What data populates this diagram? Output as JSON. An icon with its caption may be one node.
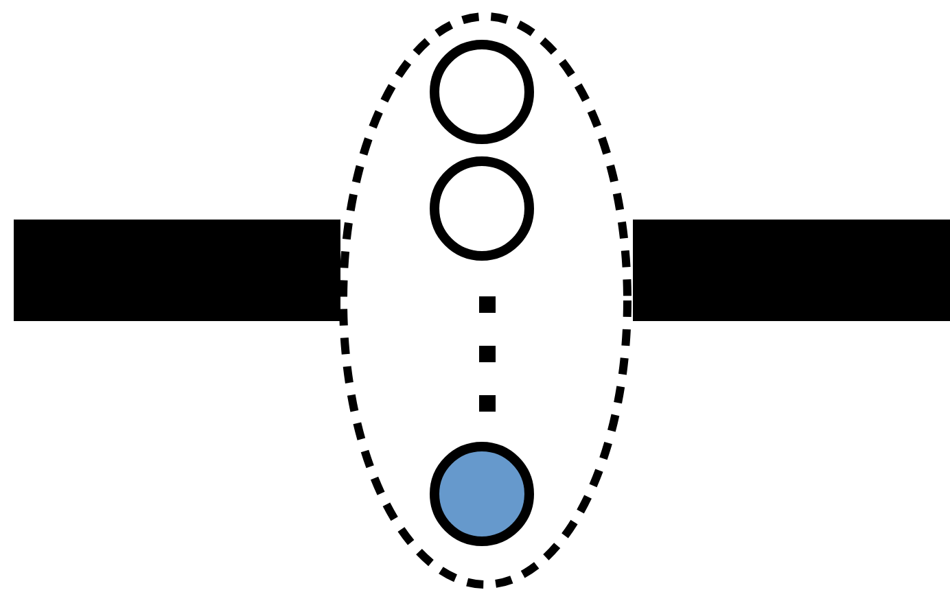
{
  "diagram": {
    "nodes": [
      {
        "text": [],
        "shape": "bar"
      },
      {
        "text": [],
        "shape": "ellipse"
      },
      {
        "text": [],
        "shape": "circle",
        "in": 1
      },
      {
        "text": [],
        "shape": "circle",
        "in": 1
      },
      {
        "text": [],
        "shape": "circle",
        "in": 1
      },
      {
        "text": [],
        "shape": "bar"
      }
    ],
    "edges": []
  }
}
